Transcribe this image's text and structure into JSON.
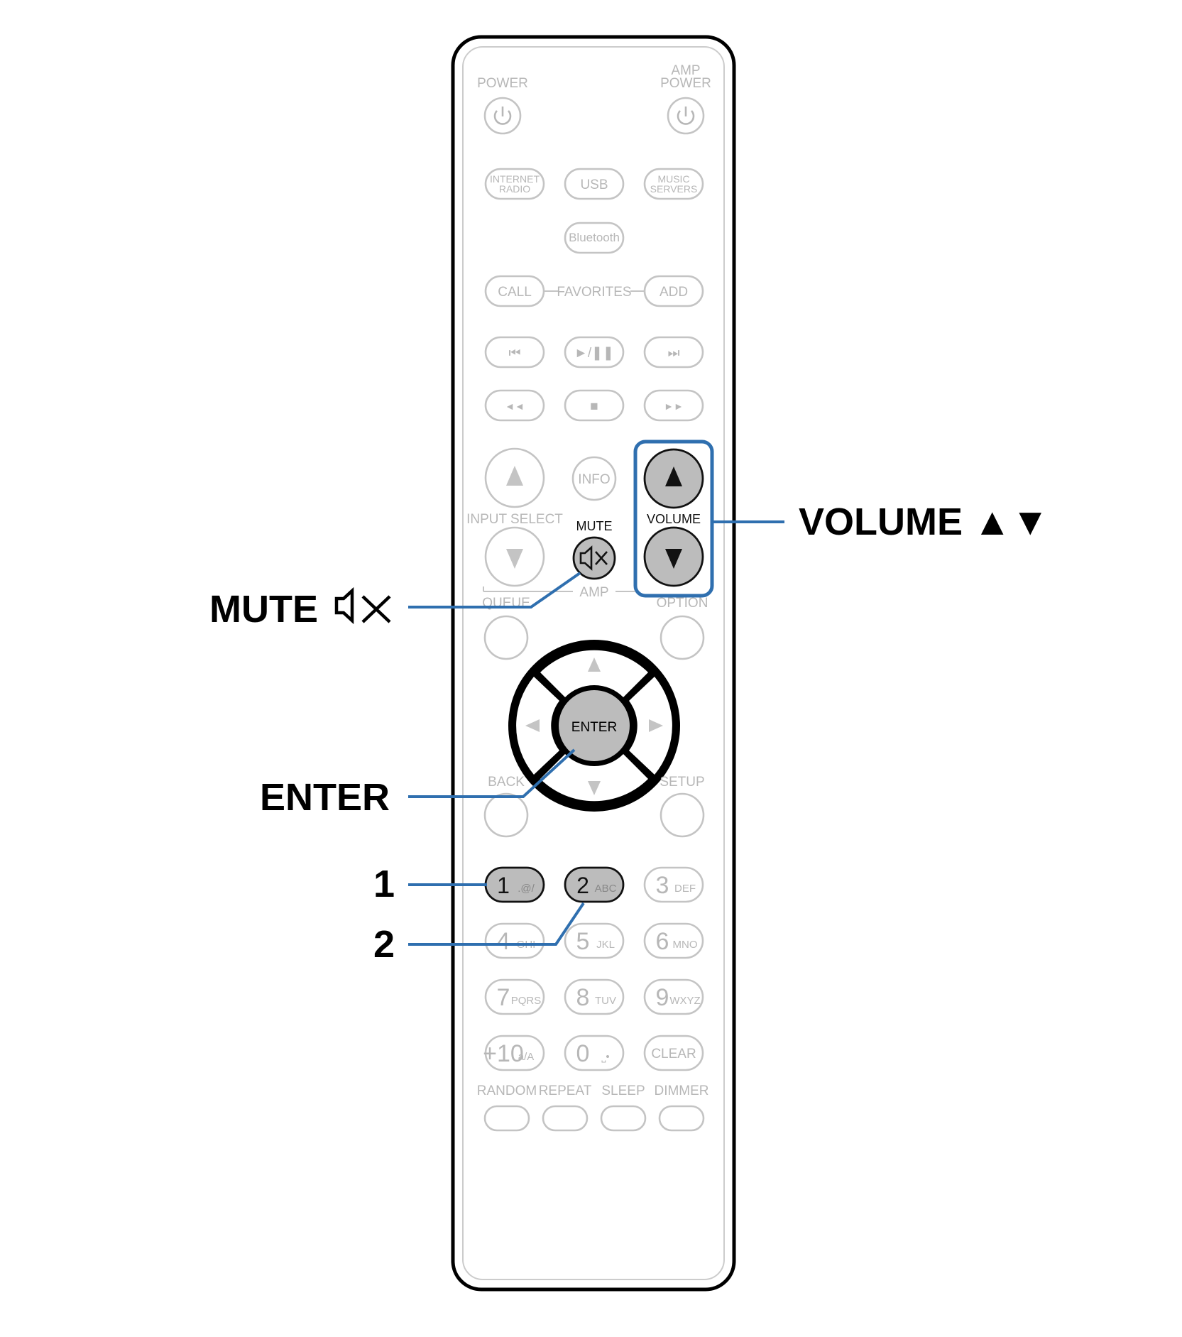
{
  "remote": {
    "power_label": "POWER",
    "amp_power_label_1": "AMP",
    "amp_power_label_2": "POWER",
    "source_buttons": {
      "internet_radio_1": "INTERNET",
      "internet_radio_2": "RADIO",
      "usb": "USB",
      "music_servers_1": "MUSIC",
      "music_servers_2": "SERVERS",
      "bluetooth": "Bluetooth"
    },
    "favorites": {
      "call": "CALL",
      "favorites": "FAVORITES",
      "add": "ADD"
    },
    "transport": {
      "prev": "⏮",
      "play_pause": "►/❚❚",
      "next": "⏭",
      "rew": "◄◄",
      "stop": "■",
      "ff": "►►"
    },
    "input_select_label": "INPUT SELECT",
    "info_label": "INFO",
    "mute_label": "MUTE",
    "volume_label": "VOLUME",
    "amp_label": "AMP",
    "queue_label": "QUEUE",
    "option_label": "OPTION",
    "enter_label": "ENTER",
    "back_label": "BACK",
    "setup_label": "SETUP",
    "keypad": [
      {
        "digit": "1",
        "sub": ".@/"
      },
      {
        "digit": "2",
        "sub": "ABC"
      },
      {
        "digit": "3",
        "sub": "DEF"
      },
      {
        "digit": "4",
        "sub": "GHI"
      },
      {
        "digit": "5",
        "sub": "JKL"
      },
      {
        "digit": "6",
        "sub": "MNO"
      },
      {
        "digit": "7",
        "sub": "PQRS"
      },
      {
        "digit": "8",
        "sub": "TUV"
      },
      {
        "digit": "9",
        "sub": "WXYZ"
      },
      {
        "digit": "+10",
        "sub": "a/A"
      },
      {
        "digit": "0",
        "sub": "⎵•"
      },
      {
        "digit": "CLEAR",
        "sub": ""
      }
    ],
    "bottom_labels": {
      "random": "RANDOM",
      "repeat": "REPEAT",
      "sleep": "SLEEP",
      "dimmer": "DIMMER"
    }
  },
  "callouts": {
    "volume": "VOLUME ▲▼",
    "mute": "MUTE",
    "enter": "ENTER",
    "one": "1",
    "two": "2"
  },
  "colors": {
    "leader": "#2f6faf",
    "highlight_fill": "#bcbcbc",
    "dim_outline": "#c4c4c4"
  }
}
